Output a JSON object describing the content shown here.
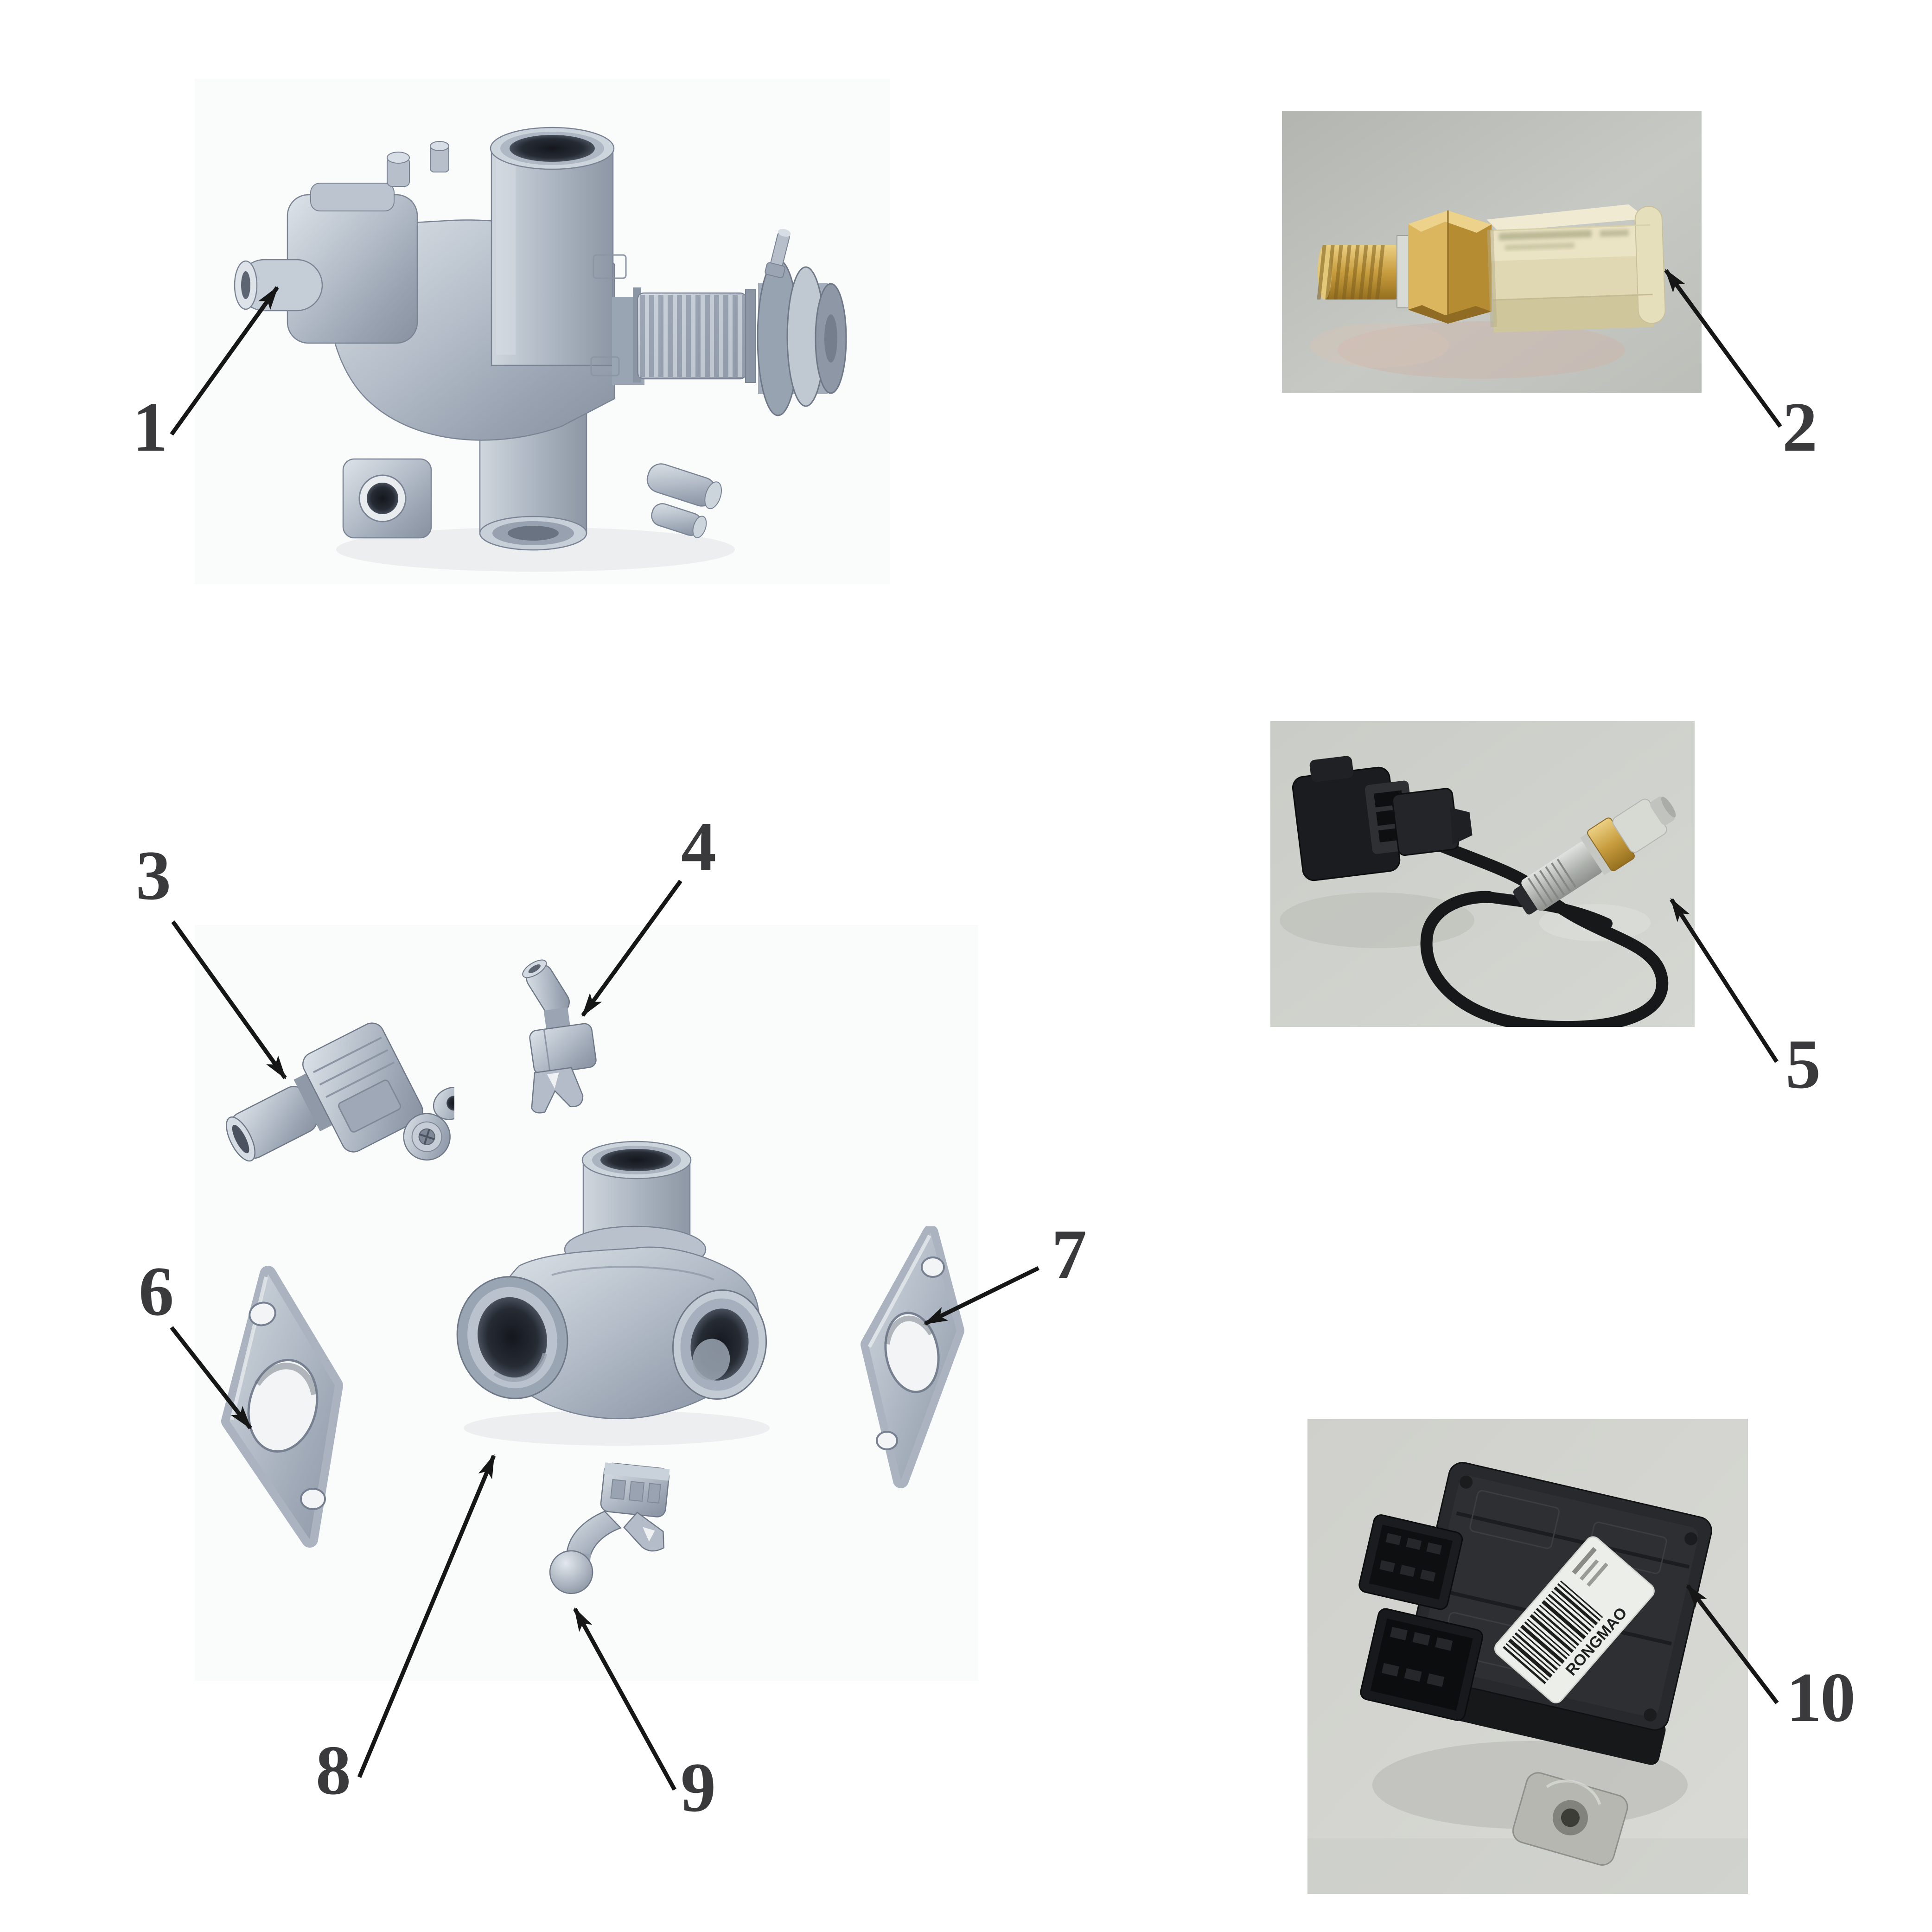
{
  "page": {
    "type": "exploded-parts-diagram",
    "background": "#ffffff",
    "description": "Throttle body / EFI system parts identification figure with numbered callouts"
  },
  "callouts": [
    {
      "label": "1",
      "part": "throttle-body-assembly"
    },
    {
      "label": "2",
      "part": "temperature-sensor"
    },
    {
      "label": "3",
      "part": "throttle-position-sensor"
    },
    {
      "label": "4",
      "part": "hose-fitting-upper"
    },
    {
      "label": "5",
      "part": "oxygen-sensor"
    },
    {
      "label": "6",
      "part": "gasket-left"
    },
    {
      "label": "7",
      "part": "gasket-right"
    },
    {
      "label": "8",
      "part": "intake-joint-body"
    },
    {
      "label": "9",
      "part": "hose-fitting-lower"
    },
    {
      "label": "10",
      "part": "ecu-module"
    }
  ],
  "ecu": {
    "brand": "RONGMAO"
  },
  "colors": {
    "label": "#3a3a3c",
    "arrow": "#161616",
    "cad_metal": "#a8b2c0",
    "photo_bg": "#c3c5c0",
    "brass": "#c79f46",
    "cream": "#e7e0bf",
    "ecu_black": "#26272a"
  }
}
